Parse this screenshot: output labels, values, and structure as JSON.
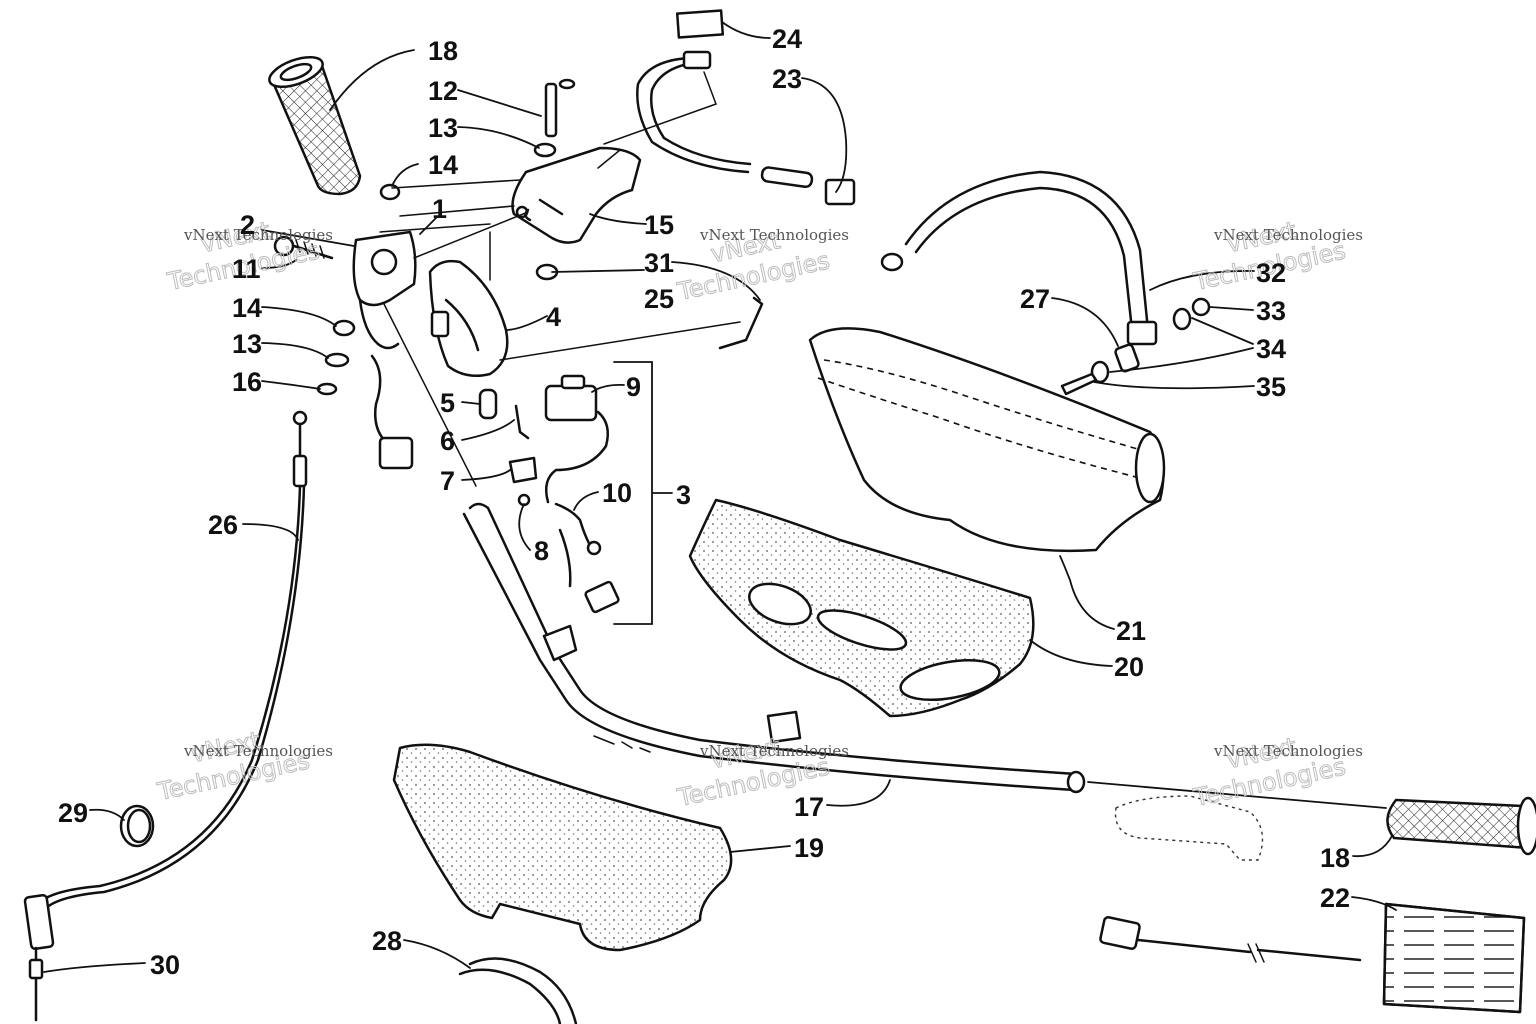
{
  "callouts": [
    {
      "id": "c18a",
      "text": "18"
    },
    {
      "id": "c12",
      "text": "12"
    },
    {
      "id": "c13a",
      "text": "13"
    },
    {
      "id": "c14a",
      "text": "14"
    },
    {
      "id": "c1",
      "text": "1"
    },
    {
      "id": "c2",
      "text": "2"
    },
    {
      "id": "c11",
      "text": "11"
    },
    {
      "id": "c14b",
      "text": "14"
    },
    {
      "id": "c13b",
      "text": "13"
    },
    {
      "id": "c16",
      "text": "16"
    },
    {
      "id": "c24",
      "text": "24"
    },
    {
      "id": "c23",
      "text": "23"
    },
    {
      "id": "c15",
      "text": "15"
    },
    {
      "id": "c31",
      "text": "31"
    },
    {
      "id": "c25",
      "text": "25"
    },
    {
      "id": "c4",
      "text": "4"
    },
    {
      "id": "c9",
      "text": "9"
    },
    {
      "id": "c5",
      "text": "5"
    },
    {
      "id": "c6",
      "text": "6"
    },
    {
      "id": "c7",
      "text": "7"
    },
    {
      "id": "c10",
      "text": "10"
    },
    {
      "id": "c3",
      "text": "3"
    },
    {
      "id": "c8",
      "text": "8"
    },
    {
      "id": "c26",
      "text": "26"
    },
    {
      "id": "c27",
      "text": "27"
    },
    {
      "id": "c32",
      "text": "32"
    },
    {
      "id": "c33",
      "text": "33"
    },
    {
      "id": "c34",
      "text": "34"
    },
    {
      "id": "c35",
      "text": "35"
    },
    {
      "id": "c21",
      "text": "21"
    },
    {
      "id": "c20",
      "text": "20"
    },
    {
      "id": "c17",
      "text": "17"
    },
    {
      "id": "c19",
      "text": "19"
    },
    {
      "id": "c29",
      "text": "29"
    },
    {
      "id": "c30",
      "text": "30"
    },
    {
      "id": "c28",
      "text": "28"
    },
    {
      "id": "c18b",
      "text": "18"
    },
    {
      "id": "c22",
      "text": "22"
    }
  ],
  "watermark": {
    "small": "vNext Technologies",
    "large_top": "vNext",
    "large_bottom": "Technologies"
  }
}
